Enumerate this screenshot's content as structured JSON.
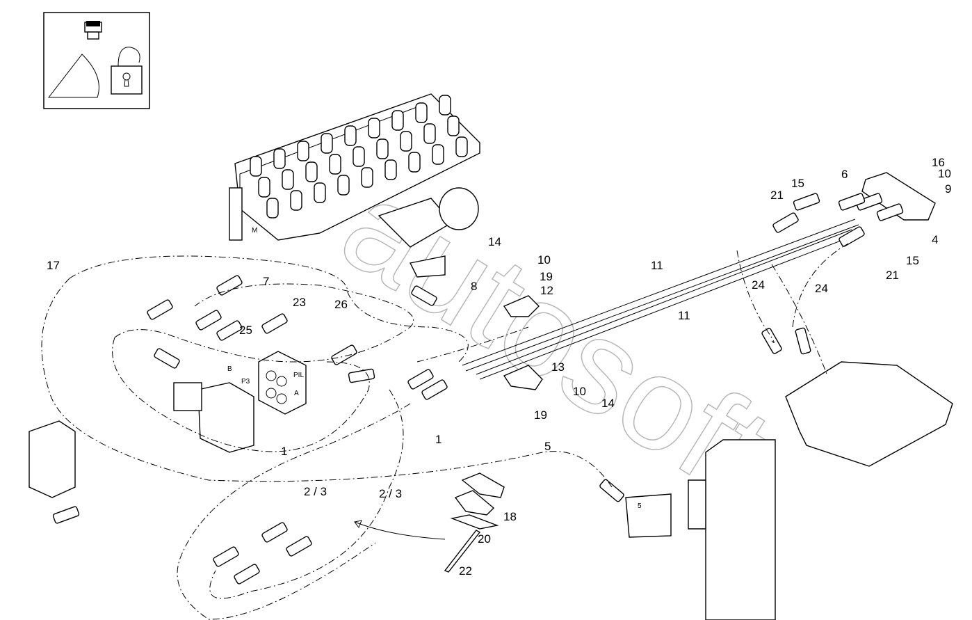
{
  "diagram": {
    "watermark": "autosoft",
    "inset_icons": [
      "switch-icon",
      "bucket-icon",
      "unlock-icon"
    ],
    "callouts": [
      {
        "id": "c17",
        "text": "17"
      },
      {
        "id": "c7",
        "text": "7"
      },
      {
        "id": "c23",
        "text": "23"
      },
      {
        "id": "c26",
        "text": "26"
      },
      {
        "id": "c25",
        "text": "25"
      },
      {
        "id": "c8",
        "text": "8"
      },
      {
        "id": "c14a",
        "text": "14"
      },
      {
        "id": "c10a",
        "text": "10"
      },
      {
        "id": "c19a",
        "text": "19"
      },
      {
        "id": "c12",
        "text": "12"
      },
      {
        "id": "c11a",
        "text": "11"
      },
      {
        "id": "c11b",
        "text": "11"
      },
      {
        "id": "c13",
        "text": "13"
      },
      {
        "id": "c10b",
        "text": "10"
      },
      {
        "id": "c14b",
        "text": "14"
      },
      {
        "id": "c19b",
        "text": "19"
      },
      {
        "id": "c1a",
        "text": "1"
      },
      {
        "id": "c1b",
        "text": "1"
      },
      {
        "id": "c5",
        "text": "5"
      },
      {
        "id": "c23a",
        "text": "2 / 3"
      },
      {
        "id": "c23b",
        "text": "2 / 3"
      },
      {
        "id": "c18",
        "text": "18"
      },
      {
        "id": "c20",
        "text": "20"
      },
      {
        "id": "c22",
        "text": "22"
      },
      {
        "id": "c21a",
        "text": "21"
      },
      {
        "id": "c15a",
        "text": "15"
      },
      {
        "id": "c6",
        "text": "6"
      },
      {
        "id": "c16",
        "text": "16"
      },
      {
        "id": "c10c",
        "text": "10"
      },
      {
        "id": "c9",
        "text": "9"
      },
      {
        "id": "c4",
        "text": "4"
      },
      {
        "id": "c15b",
        "text": "15"
      },
      {
        "id": "c21b",
        "text": "21"
      },
      {
        "id": "c24a",
        "text": "24"
      },
      {
        "id": "c24b",
        "text": "24"
      }
    ],
    "port_labels": {
      "m": "M",
      "b": "B",
      "p3": "P3",
      "pil": "PIL",
      "a": "A",
      "five": "5"
    }
  }
}
